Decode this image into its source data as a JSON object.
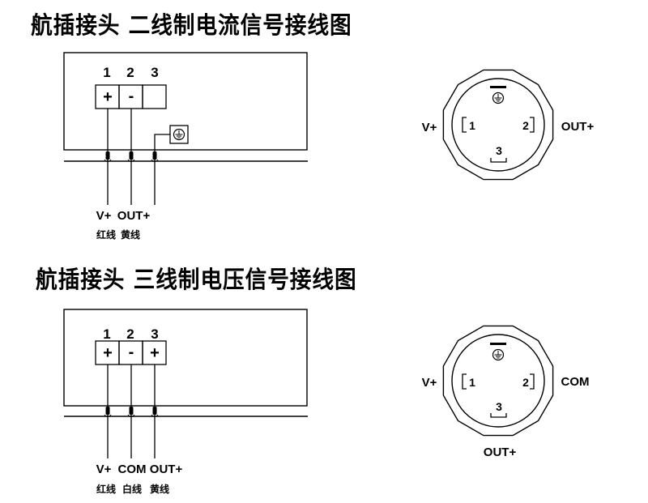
{
  "diagrams": [
    {
      "title": "航插接头 二线制电流信号接线图",
      "terminals": [
        {
          "number": "1",
          "sign": "+"
        },
        {
          "number": "2",
          "sign": "-"
        },
        {
          "number": "3",
          "sign": ""
        }
      ],
      "ground_icon": "earth-ground-icon",
      "wires": [
        {
          "signal": "V+",
          "color": "红线"
        },
        {
          "signal": "OUT+",
          "color": "黄线"
        }
      ],
      "connector": {
        "pins": [
          "1",
          "2",
          "3"
        ],
        "left_label": "V+",
        "right_label": "OUT+",
        "bottom_label": ""
      }
    },
    {
      "title": "航插接头 三线制电压信号接线图",
      "terminals": [
        {
          "number": "1",
          "sign": "+"
        },
        {
          "number": "2",
          "sign": "-"
        },
        {
          "number": "3",
          "sign": "+"
        }
      ],
      "wires": [
        {
          "signal": "V+",
          "color": "红线"
        },
        {
          "signal": "COM",
          "color": "白线"
        },
        {
          "signal": "OUT+",
          "color": "黄线"
        }
      ],
      "connector": {
        "pins": [
          "1",
          "2",
          "3"
        ],
        "left_label": "V+",
        "right_label": "COM",
        "bottom_label": "OUT+"
      }
    }
  ]
}
